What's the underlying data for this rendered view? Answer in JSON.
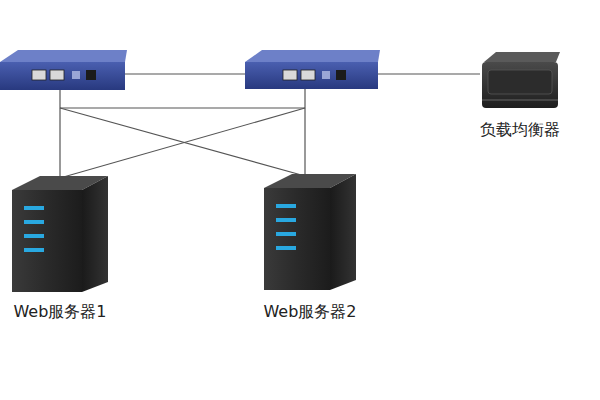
{
  "diagram": {
    "nodes": [
      {
        "text": [
          "负载均衡器"
        ]
      },
      {
        "text": [
          "Web服务器1"
        ]
      },
      {
        "text": [
          "Web服务器2"
        ]
      }
    ]
  }
}
